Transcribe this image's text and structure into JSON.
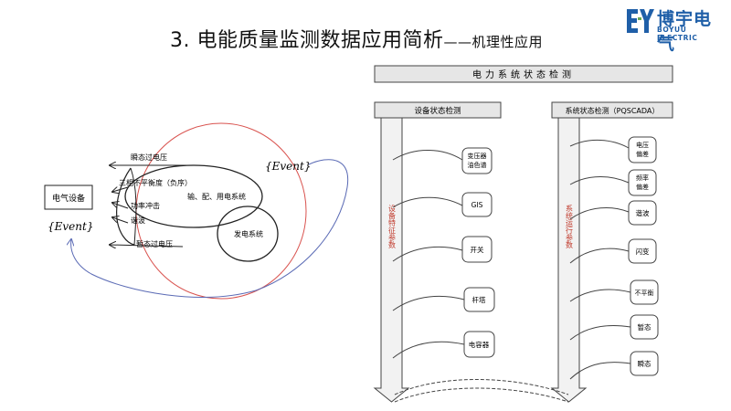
{
  "title": {
    "main": "3. 电能质量监测数据应用简析",
    "sub": "——机理性应用"
  },
  "logo": {
    "name_cn": "博宇电气",
    "name_en": "BOYUU ELECTRIC",
    "brand_color": "#1f5fa8"
  },
  "left_diagram": {
    "device_label": "电气设备",
    "event_left": "{Event}",
    "event_right": "{Event}",
    "labels": {
      "transient_over": "瞬态过电压",
      "unbalance": "三相不平衡度（负序）",
      "impact": "功率冲击",
      "harmonic": "谐波",
      "temp_over": "暂态过电压",
      "system": "输、配、用电系统",
      "gen": "发电系统"
    }
  },
  "right_diagram": {
    "header": "电力系统状态检测",
    "left_box": "设备状态检测",
    "right_box": "系统状态检测（PQSCADA）",
    "left_vertical": "设备特征参数",
    "right_vertical": "系统运行参数",
    "left_nodes": [
      {
        "label": "变压器油色谱"
      },
      {
        "label": "GIS"
      },
      {
        "label": "开关"
      },
      {
        "label": "杆塔"
      },
      {
        "label": "电容器"
      }
    ],
    "right_nodes": [
      {
        "label": "电压偏差"
      },
      {
        "label": "频率偏差"
      },
      {
        "label": "谐波"
      },
      {
        "label": "闪变"
      },
      {
        "label": "不平衡"
      },
      {
        "label": "暂态"
      },
      {
        "label": "瞬态"
      }
    ]
  }
}
